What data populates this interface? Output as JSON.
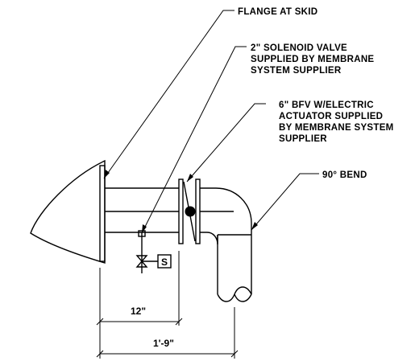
{
  "callouts": {
    "flange": "FLANGE AT SKID",
    "solenoid": [
      "2\" SOLENOID VALVE",
      "SUPPLIED BY MEMBRANE",
      "SYSTEM SUPPLIER"
    ],
    "bfv": [
      "6\" BFV W/ELECTRIC",
      "ACTUATOR SUPPLIED",
      "BY MEMBRANE SYSTEM",
      "SUPPLIER"
    ],
    "bend": "90° BEND"
  },
  "solenoid_symbol": "S",
  "dimensions": {
    "short": "12\"",
    "long": "1'-9\""
  }
}
